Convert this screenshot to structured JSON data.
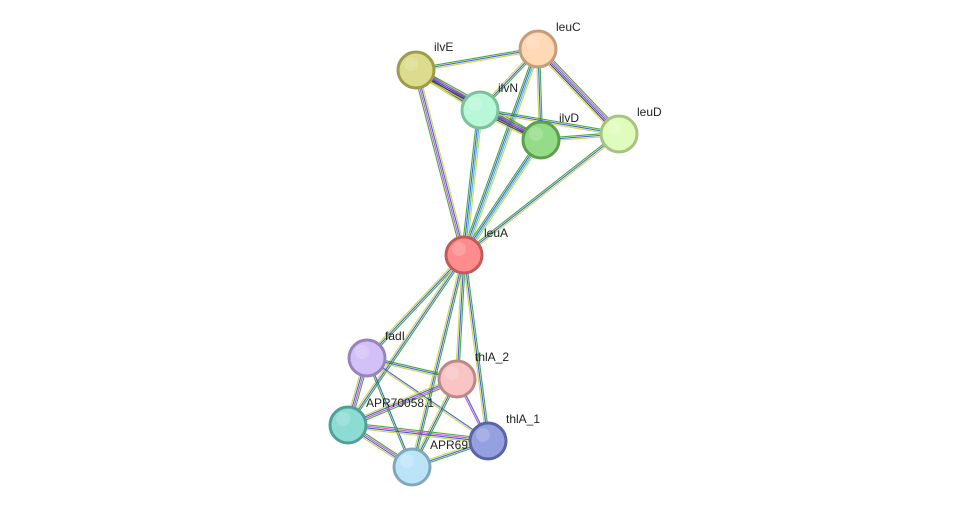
{
  "network": {
    "nodes": [
      {
        "id": "leuA",
        "label": "leuA",
        "color": "#ff8c8c",
        "stroke": "#c25a5a"
      },
      {
        "id": "ilvE",
        "label": "ilvE",
        "color": "#dcdc8c",
        "stroke": "#9c9c4c"
      },
      {
        "id": "leuC",
        "label": "leuC",
        "color": "#ffd8b4",
        "stroke": "#c49c7c"
      },
      {
        "id": "ilvN",
        "label": "ilvN",
        "color": "#b8f8d8",
        "stroke": "#7cc09c"
      },
      {
        "id": "ilvD",
        "label": "ilvD",
        "color": "#94dc88",
        "stroke": "#5ca04c"
      },
      {
        "id": "leuD",
        "label": "leuD",
        "color": "#e0fcbc",
        "stroke": "#a4c480"
      },
      {
        "id": "fadI",
        "label": "fadI",
        "color": "#d4c0f8",
        "stroke": "#9884bc"
      },
      {
        "id": "thlA_2",
        "label": "thlA_2",
        "color": "#f8c4c4",
        "stroke": "#bc8888"
      },
      {
        "id": "APR70058.1",
        "label": "APR70058.1",
        "color": "#8cdcd4",
        "stroke": "#50a098"
      },
      {
        "id": "thlA_1",
        "label": "thlA_1",
        "color": "#94a0e0",
        "stroke": "#5864a4"
      },
      {
        "id": "APR69",
        "label": "APR69",
        "color": "#bce4f8",
        "stroke": "#80a8bc"
      }
    ],
    "edges": [
      {
        "source": "leuA",
        "target": "ilvE",
        "types": [
          "green",
          "magenta",
          "blue",
          "yellow"
        ]
      },
      {
        "source": "leuA",
        "target": "leuC",
        "types": [
          "green",
          "blue",
          "cyan",
          "yellow"
        ]
      },
      {
        "source": "leuA",
        "target": "ilvN",
        "types": [
          "green",
          "blue",
          "cyan",
          "yellow"
        ]
      },
      {
        "source": "leuA",
        "target": "ilvD",
        "types": [
          "green",
          "blue",
          "cyan",
          "yellow"
        ]
      },
      {
        "source": "leuA",
        "target": "leuD",
        "types": [
          "green",
          "blue",
          "yellow"
        ]
      },
      {
        "source": "leuA",
        "target": "fadI",
        "types": [
          "green",
          "blue",
          "yellow"
        ]
      },
      {
        "source": "leuA",
        "target": "thlA_2",
        "types": [
          "green",
          "blue",
          "yellow"
        ]
      },
      {
        "source": "leuA",
        "target": "APR70058.1",
        "types": [
          "green",
          "blue",
          "yellow"
        ]
      },
      {
        "source": "leuA",
        "target": "thlA_1",
        "types": [
          "green",
          "blue",
          "yellow"
        ]
      },
      {
        "source": "leuA",
        "target": "APR69",
        "types": [
          "green",
          "blue",
          "yellow"
        ]
      },
      {
        "source": "ilvE",
        "target": "leuC",
        "types": [
          "green",
          "blue",
          "yellow"
        ]
      },
      {
        "source": "ilvE",
        "target": "ilvN",
        "types": [
          "green",
          "magenta",
          "blue",
          "black",
          "yellow"
        ]
      },
      {
        "source": "ilvE",
        "target": "ilvD",
        "types": [
          "green",
          "magenta",
          "blue",
          "black",
          "yellow"
        ]
      },
      {
        "source": "leuC",
        "target": "ilvN",
        "types": [
          "green",
          "blue",
          "yellow"
        ]
      },
      {
        "source": "leuC",
        "target": "ilvD",
        "types": [
          "green",
          "blue",
          "yellow"
        ]
      },
      {
        "source": "leuC",
        "target": "leuD",
        "types": [
          "green",
          "magenta",
          "blue",
          "black",
          "yellow"
        ]
      },
      {
        "source": "ilvN",
        "target": "ilvD",
        "types": [
          "green",
          "magenta",
          "blue",
          "black",
          "yellow"
        ]
      },
      {
        "source": "ilvN",
        "target": "leuD",
        "types": [
          "green",
          "blue",
          "yellow"
        ]
      },
      {
        "source": "ilvD",
        "target": "leuD",
        "types": [
          "green",
          "blue",
          "yellow"
        ]
      },
      {
        "source": "fadI",
        "target": "thlA_2",
        "types": [
          "green",
          "blue",
          "yellow"
        ]
      },
      {
        "source": "fadI",
        "target": "APR70058.1",
        "types": [
          "green",
          "magenta",
          "blue",
          "yellow"
        ]
      },
      {
        "source": "fadI",
        "target": "thlA_1",
        "types": [
          "blue",
          "yellow"
        ]
      },
      {
        "source": "fadI",
        "target": "APR69",
        "types": [
          "blue",
          "green"
        ]
      },
      {
        "source": "thlA_2",
        "target": "APR70058.1",
        "types": [
          "green",
          "magenta",
          "blue",
          "yellow"
        ]
      },
      {
        "source": "thlA_2",
        "target": "thlA_1",
        "types": [
          "blue",
          "magenta"
        ]
      },
      {
        "source": "thlA_2",
        "target": "APR69",
        "types": [
          "green",
          "blue",
          "yellow"
        ]
      },
      {
        "source": "APR70058.1",
        "target": "thlA_1",
        "types": [
          "green",
          "magenta",
          "blue",
          "yellow"
        ]
      },
      {
        "source": "APR70058.1",
        "target": "APR69",
        "types": [
          "green",
          "magenta",
          "blue",
          "yellow"
        ]
      },
      {
        "source": "thlA_1",
        "target": "APR69",
        "types": [
          "green",
          "blue",
          "yellow"
        ]
      }
    ],
    "edge_colors": {
      "green": "#33a02c",
      "blue": "#2b4fd6",
      "cyan": "#22b8c8",
      "yellow": "#c8d23c",
      "magenta": "#d23cc8",
      "black": "#333333"
    }
  }
}
